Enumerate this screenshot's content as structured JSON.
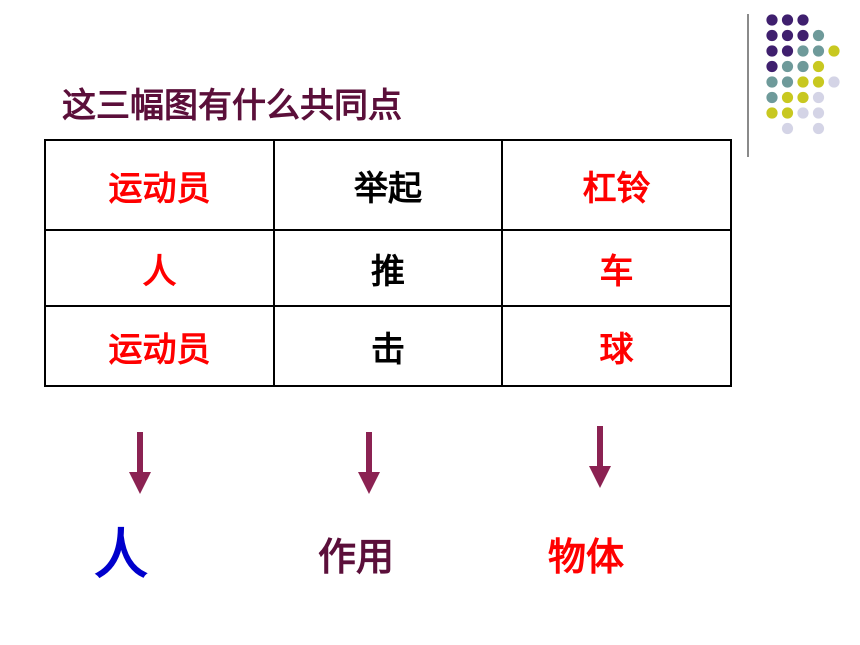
{
  "title": "这三幅图有什么共同点",
  "colors": {
    "title": "#5b0f3a",
    "accent_red": "#ff0000",
    "arrow": "#8b2252",
    "blue": "#0000cc",
    "dot_purple": "#3f1f6e",
    "dot_teal": "#6e9a9a",
    "dot_yellow": "#c8c820",
    "dot_lavender": "#d4d4e6"
  },
  "table": {
    "rows": [
      [
        "运动员",
        "举起",
        "杠铃"
      ],
      [
        "人",
        "推",
        "车"
      ],
      [
        "运动员",
        "击",
        "球"
      ]
    ]
  },
  "labels": {
    "left": "人",
    "middle": "作用",
    "right": "物体"
  }
}
